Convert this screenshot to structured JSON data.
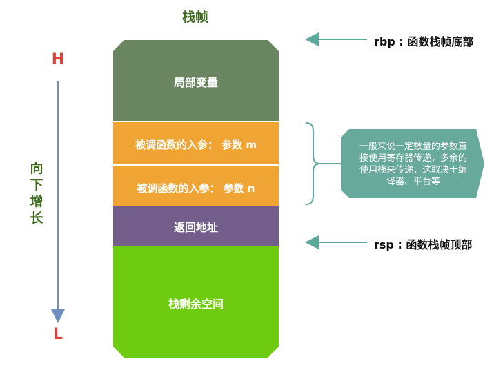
{
  "title": "栈帧",
  "direction": {
    "high": "H",
    "low": "L",
    "label": "向下增长"
  },
  "segments": [
    {
      "label": "局部变量",
      "color": "#6a8660"
    },
    {
      "label": "被调函数的入参： 参数 m",
      "color": "#f0a433"
    },
    {
      "label": "被调函数的入参： 参数 n",
      "color": "#f0a433"
    },
    {
      "label": "返回地址",
      "color": "#735e8b"
    },
    {
      "label": "栈剩余空间",
      "color": "#6fcb0f"
    }
  ],
  "pointers": {
    "rbp": "rbp : 函数栈帧底部",
    "rsp": "rsp : 函数栈帧顶部"
  },
  "note": {
    "text": "一般来说一定数量的参数直接使用寄存器传递，多余的使用栈来传递，这取决于编译器、平台等",
    "color": "#67a99b"
  },
  "colors": {
    "arrow_axis": "#6f8fbf",
    "pointer_arrow": "#5aa99a",
    "brace": "#5aa99a"
  }
}
